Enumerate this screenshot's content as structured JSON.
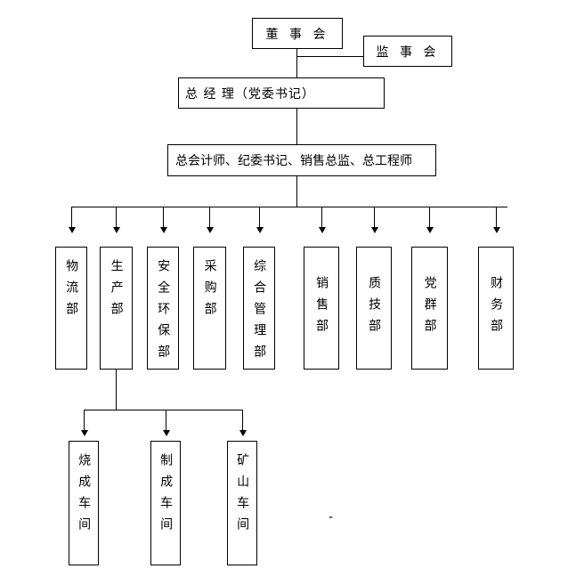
{
  "diagram": {
    "type": "org-chart",
    "colors": {
      "line": "#000000",
      "border": "#000000",
      "background": "#ffffff",
      "text": "#000000"
    },
    "nodes": {
      "board": "董 事 会",
      "supervisory": "监 事 会",
      "general_manager": "总 经 理（党委书记）",
      "staff_officers": "总会计师、纪委书记、销售总监、总工程师",
      "departments": [
        "物流部",
        "生产部",
        "安全环保部",
        "采购部",
        "综合管理部",
        "销售部",
        "质技部",
        "党群部",
        "财务部"
      ],
      "workshops": [
        "烧成车间",
        "制成车间",
        "矿山车间"
      ]
    },
    "stray_mark": "-"
  }
}
